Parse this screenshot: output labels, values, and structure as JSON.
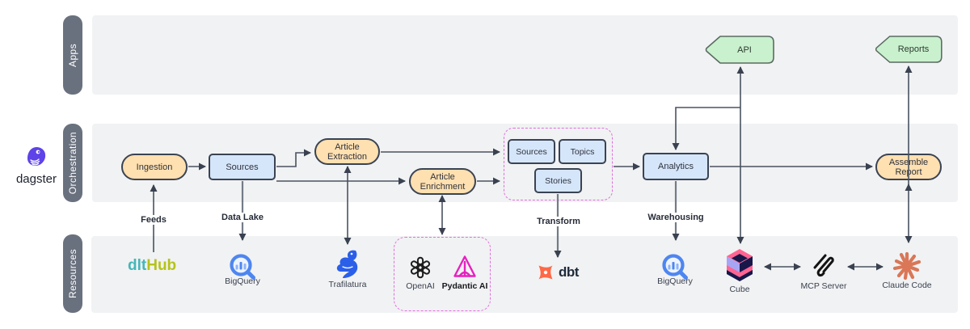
{
  "branding": {
    "wordmark": "dagster"
  },
  "lanes": {
    "apps": "Apps",
    "orchestration": "Orchestration",
    "resources": "Resources"
  },
  "apps": {
    "api": "API",
    "reports": "Reports"
  },
  "orchestration": {
    "ingestion": "Ingestion",
    "sources": "Sources",
    "article_extraction": "Article Extraction",
    "article_enrichment": "Article Enrichment",
    "group": {
      "sources": "Sources",
      "topics": "Topics",
      "stories": "Stories"
    },
    "analytics": "Analytics",
    "assemble_report": "Assemble Report"
  },
  "edge_labels": {
    "feeds": "Feeds",
    "data_lake": "Data Lake",
    "transform": "Transform",
    "warehousing": "Warehousing"
  },
  "resources": {
    "dlthub_part1": "dlt",
    "dlthub_part2": "Hub",
    "bigquery1": "BigQuery",
    "trafilatura": "Trafilatura",
    "openai": "OpenAI",
    "pydantic_ai": "Pydantic AI",
    "dbt": "dbt",
    "bigquery2": "BigQuery",
    "cube": "Cube",
    "mcp_server": "MCP Server",
    "claude_code": "Claude Code"
  },
  "colors": {
    "lane_bg": "#f1f2f3",
    "lane_label_bg": "#6a717e",
    "node_orange": "#ffe0b0",
    "node_blue": "#d6e6fa",
    "node_green": "#c9f1cd",
    "node_border": "#3a4353",
    "group_border": "#e06fe0",
    "edge": "#4a5260",
    "dagster_purple": "#5d43e8",
    "dlt_teal": "#45b6b8",
    "dlt_lime": "#b5c31a",
    "bigquery_blue": "#4e86f0",
    "trafilatura_blue": "#2b5fe9",
    "pydantic_magenta": "#e620c0",
    "dbt_orange": "#ff6847",
    "cube_pink": "#ff6492",
    "cube_purple": "#a6a5f5",
    "cube_navy": "#17174a",
    "claude_coral": "#d97757"
  }
}
